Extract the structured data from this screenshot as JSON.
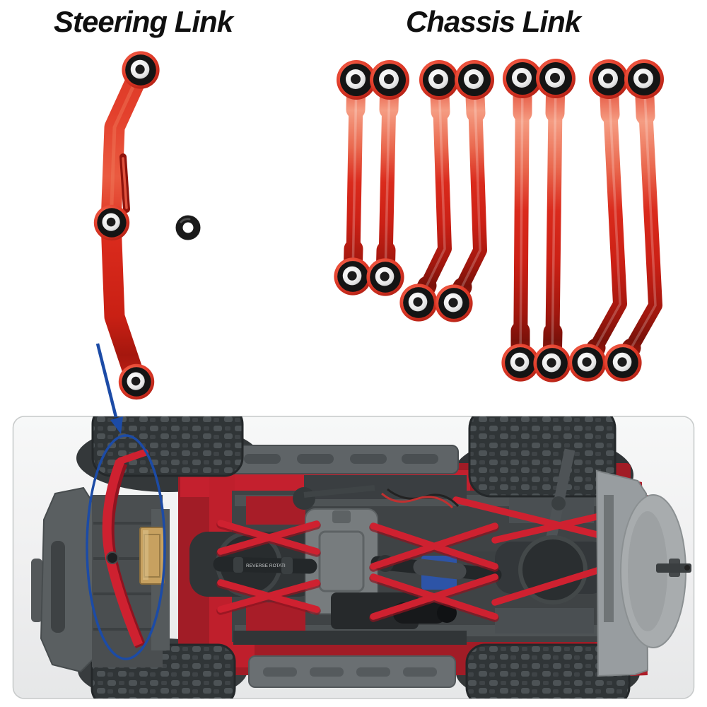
{
  "page": {
    "background": "#ffffff",
    "description": "Product graphic of red aluminum RC crawler linkage parts above a photo of the chassis underside"
  },
  "sections": {
    "steering": {
      "title": "Steering Link",
      "parts": [
        {
          "name": "aluminum steering link",
          "quantity": 1,
          "color": "#d6251c"
        },
        {
          "name": "black o-ring",
          "quantity": 1,
          "color": "#1a1a1a"
        }
      ]
    },
    "chassis": {
      "title": "Chassis Link",
      "total_links": 8,
      "parts": [
        {
          "name": "straight link (short)",
          "quantity": 2
        },
        {
          "name": "bent link (short)",
          "quantity": 2
        },
        {
          "name": "straight link (long)",
          "quantity": 2
        },
        {
          "name": "bent link (long)",
          "quantity": 2
        }
      ]
    }
  },
  "photo": {
    "subject": "Underside of assembled RC crawler chassis with red links installed",
    "driveshaft_marking": "REVERSE ROTATI",
    "background": "#f2f3f3"
  },
  "annotation": {
    "color": "#1c4ba6",
    "elements": [
      "arrow from steering link into photo",
      "ellipse around installed steering link"
    ]
  },
  "colors": {
    "link_red": "#d6251c",
    "link_highlight": "#f59c82",
    "link_shadow": "#8c130c",
    "ball_ring_black": "#151515",
    "ball_white": "#ececec",
    "title_text": "#101010",
    "chassis_body_red": "#b51f2a",
    "tire_gray": "#3a3e40",
    "frame_gray": "#45494b",
    "bumper_gray": "#555a5c",
    "tailgate_gray": "#989da0",
    "brass": "#c7a160",
    "annotation_blue": "#1c4ba6"
  }
}
